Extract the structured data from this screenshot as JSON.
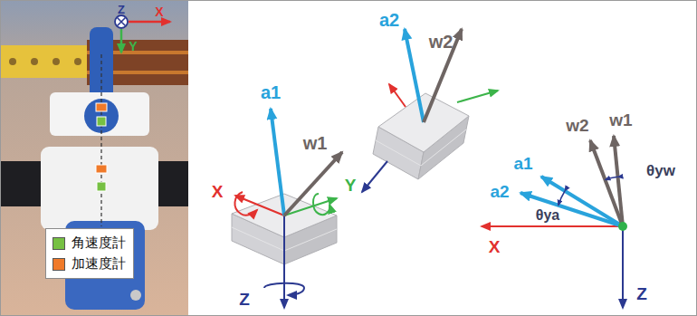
{
  "diagram": {
    "labels": [
      "Z",
      "X",
      "Y",
      "a1",
      "w1",
      "X",
      "Y",
      "Z",
      "a2",
      "w2",
      "a1",
      "w2",
      "w1",
      "a2",
      "θyw",
      "θya",
      "X",
      "Z"
    ],
    "legend": [
      {
        "text": "角速度計",
        "color": "#76c043"
      },
      {
        "text": "加速度計",
        "color": "#f07a2a"
      }
    ]
  }
}
